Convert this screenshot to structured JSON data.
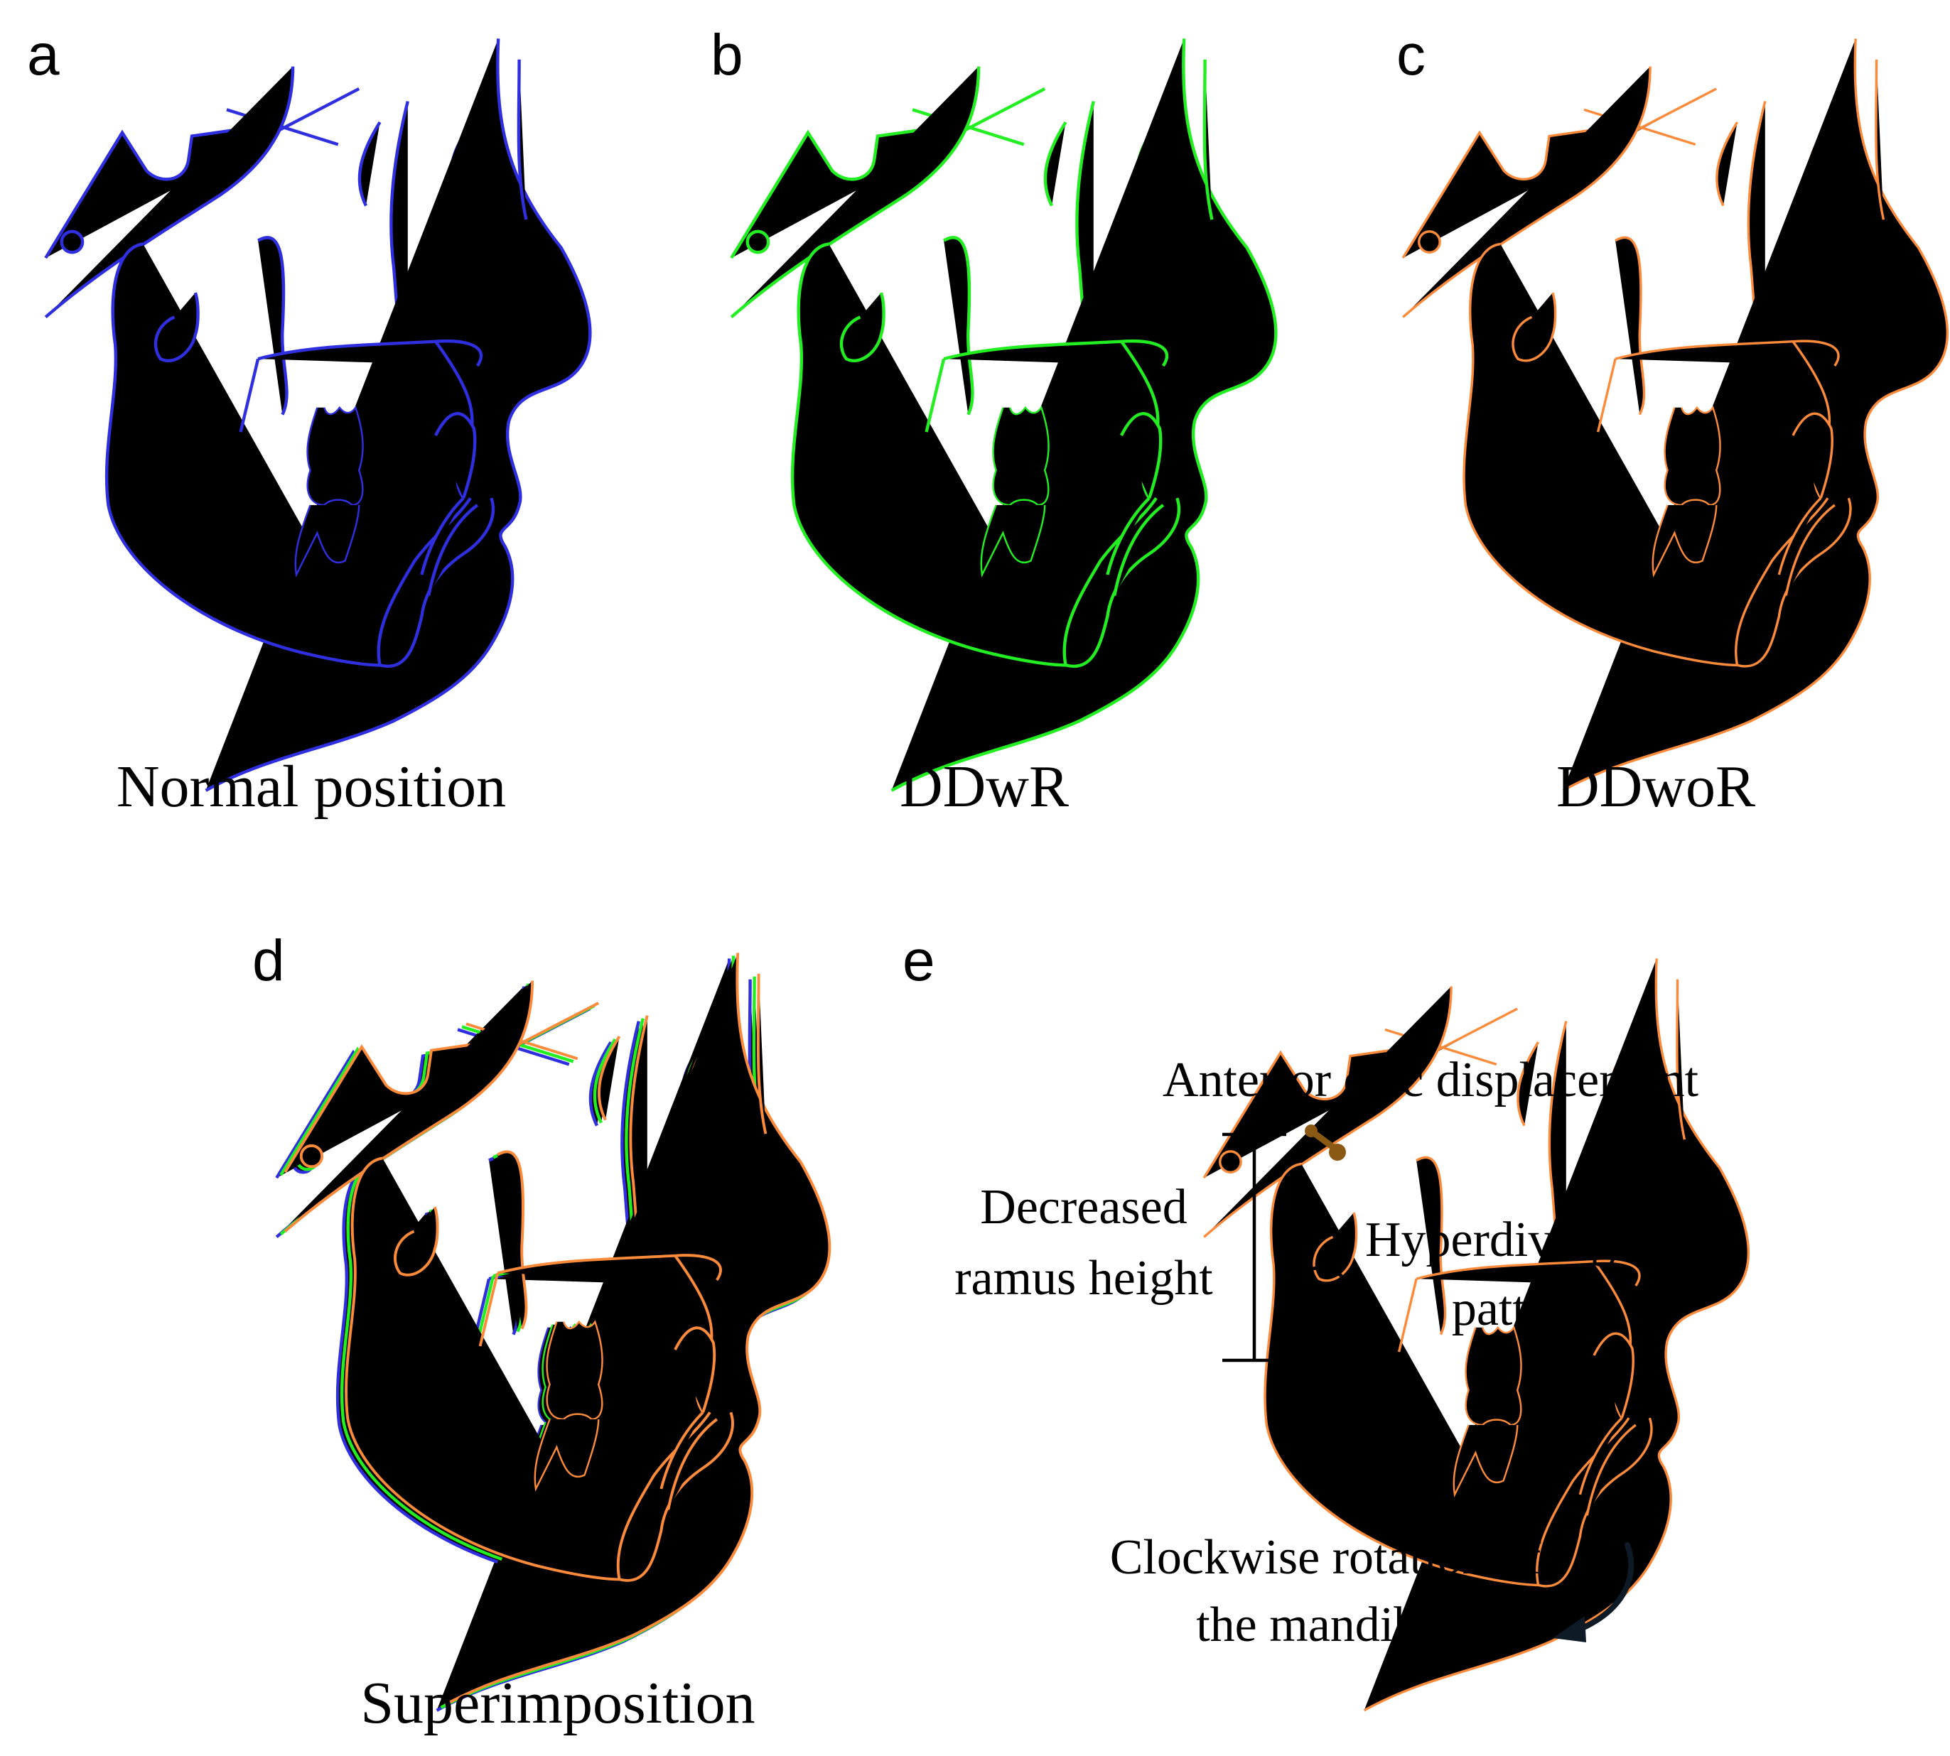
{
  "colors": {
    "normal": "#2f2fe0",
    "ddwr": "#22ee22",
    "ddwor": "#fb8b3a",
    "disc": "#8a5a14",
    "annotation": "#000000",
    "background": "#ffffff"
  },
  "panels": [
    {
      "letter": "a",
      "caption": "Normal position"
    },
    {
      "letter": "b",
      "caption": "DDwR"
    },
    {
      "letter": "c",
      "caption": "DDwoR"
    },
    {
      "letter": "d",
      "caption": "Superimposition"
    },
    {
      "letter": "e",
      "caption": ""
    }
  ],
  "annotations": {
    "disc": "Anterior disc displacement",
    "ramus_line1": "Decreased",
    "ramus_line2": "ramus height",
    "pattern_line1": "Hyperdivergent",
    "pattern_line2": "pattern",
    "rotation_line1": "Clockwise rotation of",
    "rotation_line2": "the mandible"
  },
  "icons": {
    "disc": "disc-marker-icon",
    "rotation": "clockwise-arrow-icon"
  }
}
